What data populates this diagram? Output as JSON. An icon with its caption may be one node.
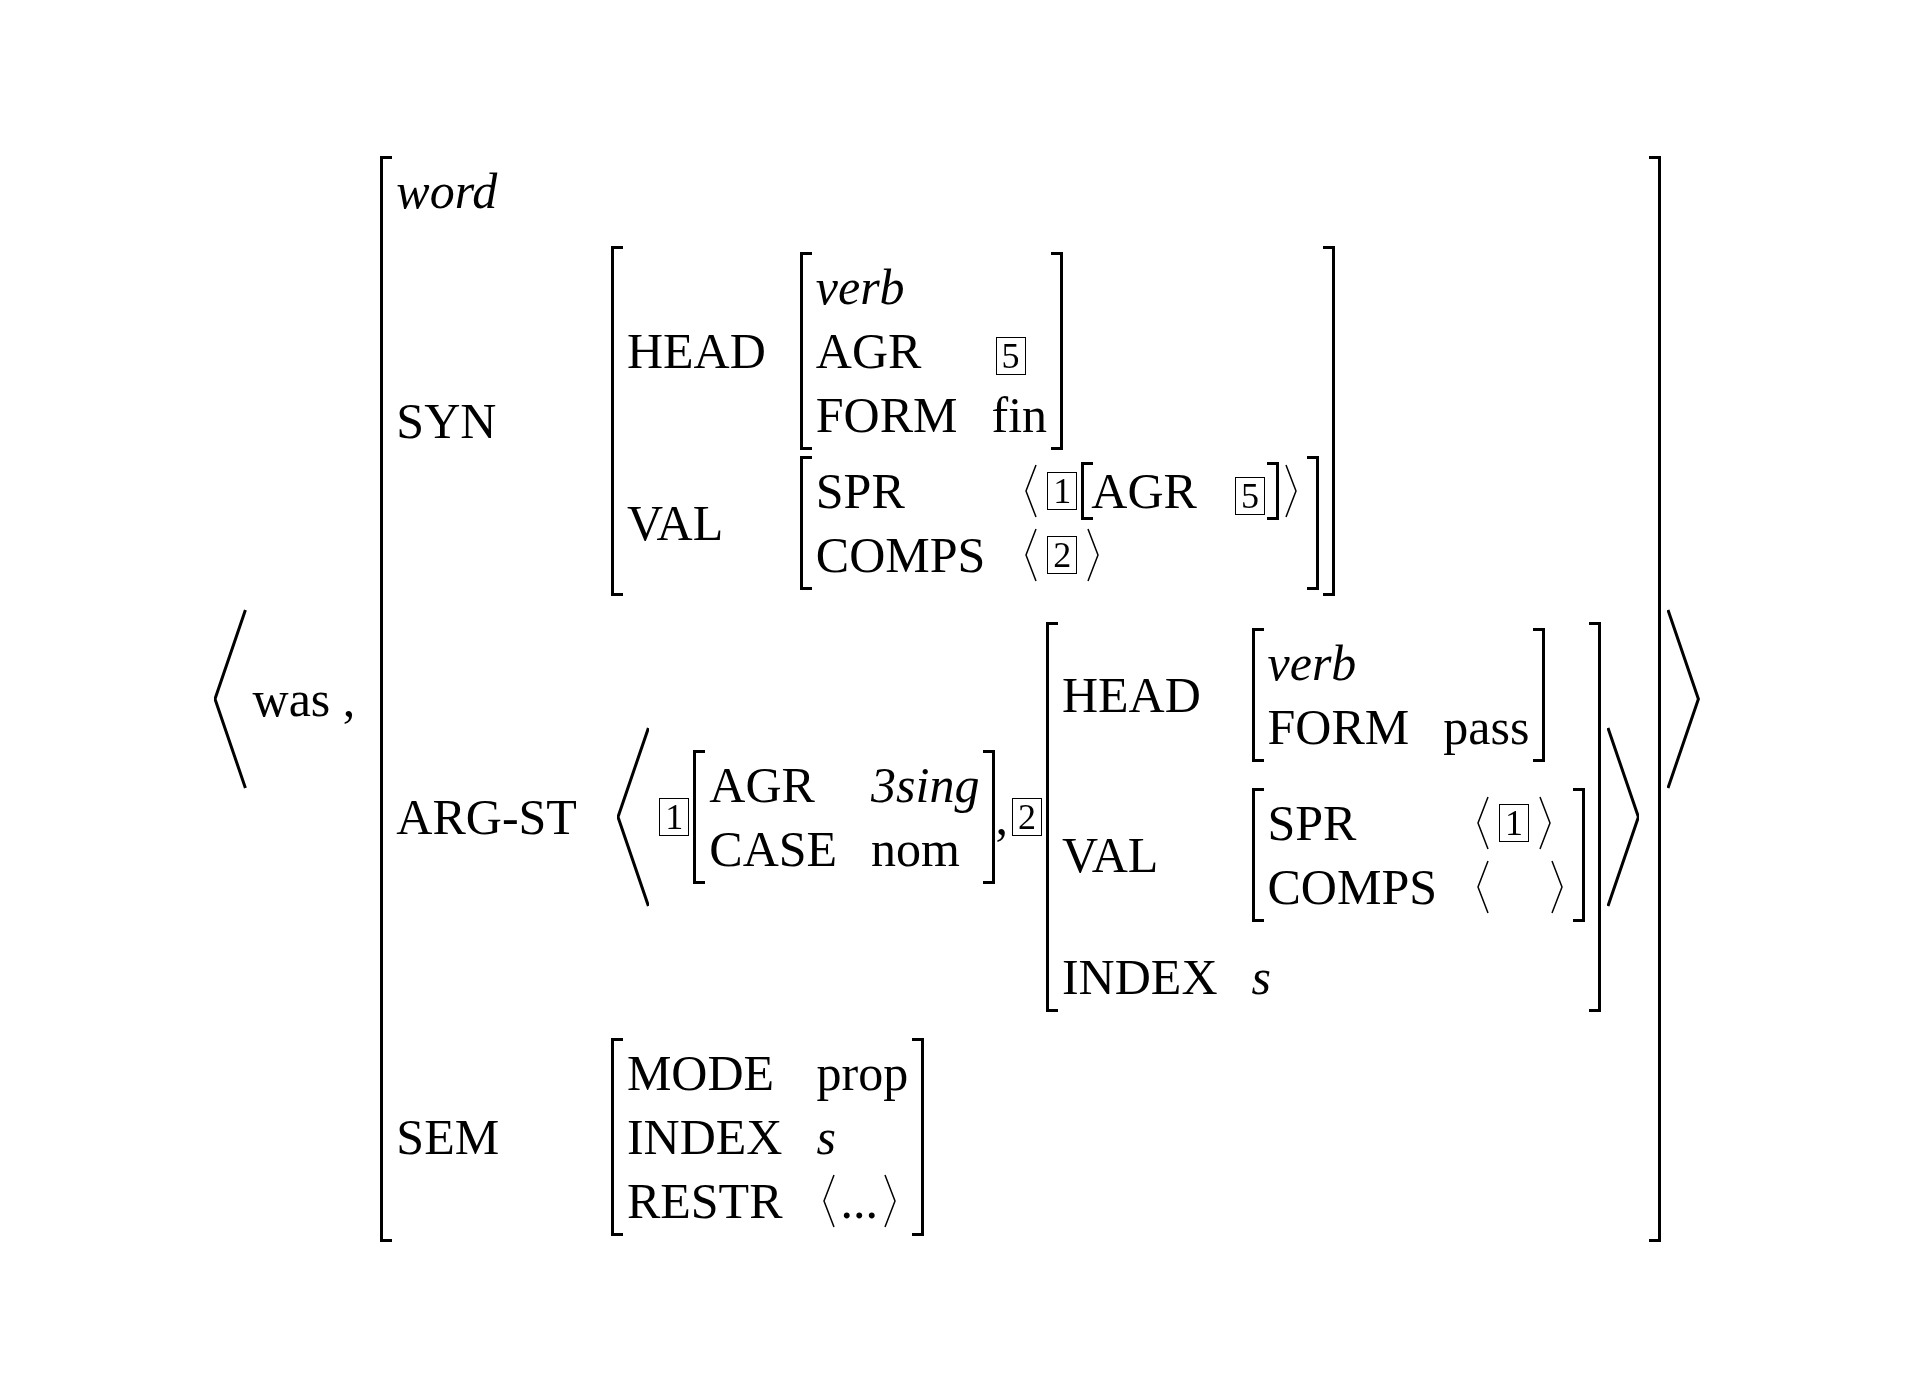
{
  "diagram": {
    "nodes": [
      {
        "text": [
          "word",
          "SYN",
          "ARG-ST",
          "SEM"
        ]
      },
      {
        "text": [
          "HEAD",
          "VAL"
        ],
        "in": 0
      },
      {
        "text": [
          "verb",
          "AGR",
          "FORM",
          "fin"
        ],
        "in": 1
      },
      {
        "text": [
          "5"
        ],
        "in": 2
      },
      {
        "text": [
          "SPR",
          "COMPS"
        ],
        "in": 1
      },
      {
        "text": [
          "1"
        ],
        "in": 4
      },
      {
        "text": [
          "AGR"
        ],
        "in": 4
      },
      {
        "text": [
          "5"
        ],
        "in": 6
      },
      {
        "text": [
          "2"
        ],
        "in": 4
      },
      {
        "text": [
          "1"
        ],
        "in": 0
      },
      {
        "text": [
          "AGR",
          "3sing",
          "CASE",
          "nom"
        ],
        "in": 0
      },
      {
        "text": [
          "2"
        ],
        "in": 0
      },
      {
        "text": [
          "HEAD",
          "VAL",
          "INDEX",
          "s"
        ],
        "in": 0
      },
      {
        "text": [
          "verb",
          "FORM",
          "pass"
        ],
        "in": 12
      },
      {
        "text": [
          "SPR",
          "COMPS"
        ],
        "in": 12
      },
      {
        "text": [
          "1"
        ],
        "in": 14
      },
      {
        "text": [
          "MODE",
          "prop",
          "INDEX",
          "s",
          "RESTR",
          "..."
        ],
        "in": 0
      }
    ],
    "labels": [
      "was",
      ",",
      ","
    ]
  }
}
